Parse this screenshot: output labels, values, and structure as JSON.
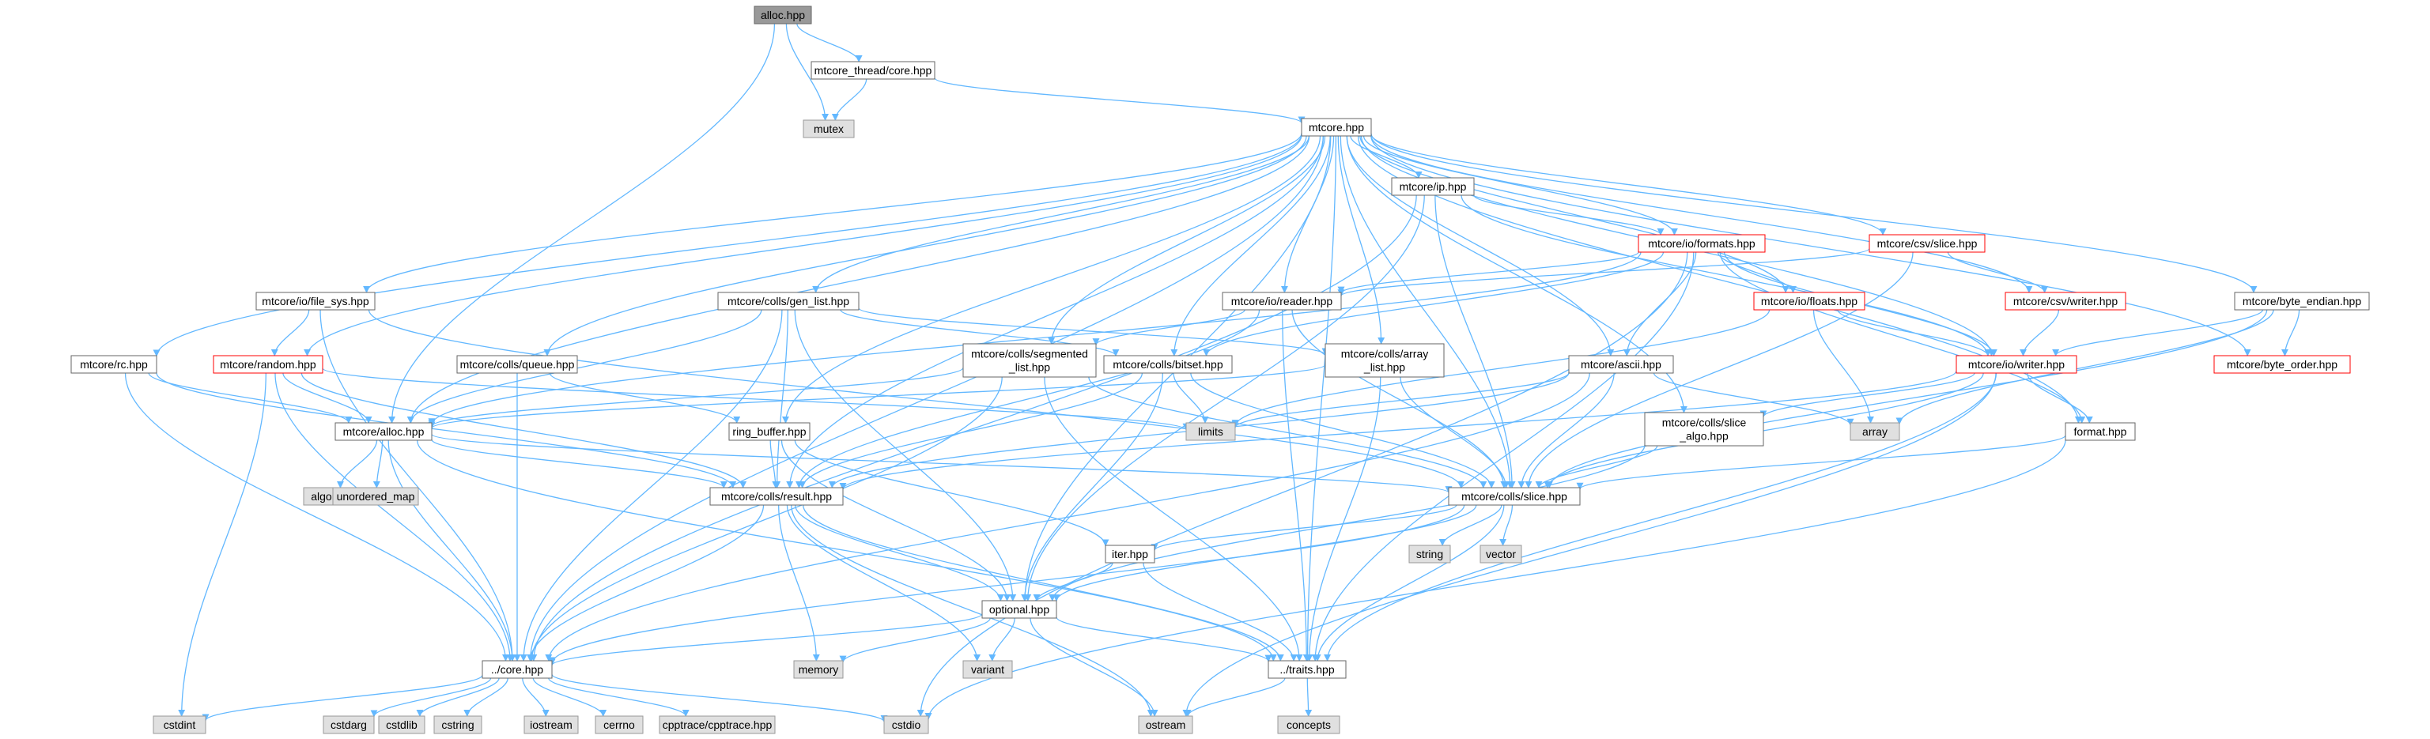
{
  "graph": {
    "colors": {
      "edge": "#63b8ff",
      "node_fill": "#ffffff",
      "node_border": "#666666",
      "red_border": "#ff0000",
      "root_fill": "#999999",
      "root_border": "#666666",
      "sys_fill": "#e0e0e0",
      "sys_border": "#999999"
    },
    "nodes": [
      {
        "id": "alloc_hpp",
        "label": "alloc.hpp",
        "kind": "root"
      },
      {
        "id": "thread_core",
        "label": "mtcore_thread/core.hpp",
        "kind": "normal"
      },
      {
        "id": "mutex",
        "label": "mutex",
        "kind": "system"
      },
      {
        "id": "mtcore",
        "label": "mtcore.hpp",
        "kind": "normal"
      },
      {
        "id": "ip",
        "label": "mtcore/ip.hpp",
        "kind": "normal"
      },
      {
        "id": "formats",
        "label": "mtcore/io/formats.hpp",
        "kind": "red"
      },
      {
        "id": "csv_slice",
        "label": "mtcore/csv/slice.hpp",
        "kind": "red"
      },
      {
        "id": "file_sys",
        "label": "mtcore/io/file_sys.hpp",
        "kind": "normal"
      },
      {
        "id": "gen_list",
        "label": "mtcore/colls/gen_list.hpp",
        "kind": "normal"
      },
      {
        "id": "reader",
        "label": "mtcore/io/reader.hpp",
        "kind": "normal"
      },
      {
        "id": "floats",
        "label": "mtcore/io/floats.hpp",
        "kind": "red"
      },
      {
        "id": "csv_writer",
        "label": "mtcore/csv/writer.hpp",
        "kind": "red"
      },
      {
        "id": "byte_endian",
        "label": "mtcore/byte_endian.hpp",
        "kind": "normal"
      },
      {
        "id": "rc",
        "label": "mtcore/rc.hpp",
        "kind": "normal"
      },
      {
        "id": "random",
        "label": "mtcore/random.hpp",
        "kind": "red"
      },
      {
        "id": "queue",
        "label": "mtcore/colls/queue.hpp",
        "kind": "normal"
      },
      {
        "id": "segmented",
        "label": [
          "mtcore/colls/segmented",
          "_list.hpp"
        ],
        "kind": "normal"
      },
      {
        "id": "bitset",
        "label": "mtcore/colls/bitset.hpp",
        "kind": "normal"
      },
      {
        "id": "array_list",
        "label": [
          "mtcore/colls/array",
          "_list.hpp"
        ],
        "kind": "normal"
      },
      {
        "id": "ascii",
        "label": "mtcore/ascii.hpp",
        "kind": "normal"
      },
      {
        "id": "io_writer",
        "label": "mtcore/io/writer.hpp",
        "kind": "red"
      },
      {
        "id": "byte_order",
        "label": "mtcore/byte_order.hpp",
        "kind": "red"
      },
      {
        "id": "colls_alloc",
        "label": "mtcore/alloc.hpp",
        "kind": "normal"
      },
      {
        "id": "ring_buffer",
        "label": "ring_buffer.hpp",
        "kind": "normal"
      },
      {
        "id": "limits",
        "label": "limits",
        "kind": "system"
      },
      {
        "id": "slice_algo",
        "label": [
          "mtcore/colls/slice",
          "_algo.hpp"
        ],
        "kind": "normal"
      },
      {
        "id": "array",
        "label": "array",
        "kind": "system"
      },
      {
        "id": "format",
        "label": "format.hpp",
        "kind": "normal"
      },
      {
        "id": "algorithm",
        "label": "algorithm",
        "kind": "system"
      },
      {
        "id": "unordered_map",
        "label": "unordered_map",
        "kind": "system"
      },
      {
        "id": "result",
        "label": "mtcore/colls/result.hpp",
        "kind": "normal"
      },
      {
        "id": "slice",
        "label": "mtcore/colls/slice.hpp",
        "kind": "normal"
      },
      {
        "id": "string",
        "label": "string",
        "kind": "system"
      },
      {
        "id": "vector",
        "label": "vector",
        "kind": "system"
      },
      {
        "id": "iter",
        "label": "iter.hpp",
        "kind": "normal"
      },
      {
        "id": "optional",
        "label": "optional.hpp",
        "kind": "normal"
      },
      {
        "id": "core",
        "label": "../core.hpp",
        "kind": "normal"
      },
      {
        "id": "memory",
        "label": "memory",
        "kind": "system"
      },
      {
        "id": "variant",
        "label": "variant",
        "kind": "system"
      },
      {
        "id": "traits",
        "label": "../traits.hpp",
        "kind": "normal"
      },
      {
        "id": "cstdint",
        "label": "cstdint",
        "kind": "system"
      },
      {
        "id": "cstdarg",
        "label": "cstdarg",
        "kind": "system"
      },
      {
        "id": "cstdlib",
        "label": "cstdlib",
        "kind": "system"
      },
      {
        "id": "cstring",
        "label": "cstring",
        "kind": "system"
      },
      {
        "id": "iostream",
        "label": "iostream",
        "kind": "system"
      },
      {
        "id": "cerrno",
        "label": "cerrno",
        "kind": "system"
      },
      {
        "id": "cpptrace",
        "label": "cpptrace/cpptrace.hpp",
        "kind": "system"
      },
      {
        "id": "cstdio",
        "label": "cstdio",
        "kind": "system"
      },
      {
        "id": "ostream",
        "label": "ostream",
        "kind": "system"
      },
      {
        "id": "concepts",
        "label": "concepts",
        "kind": "system"
      }
    ]
  }
}
